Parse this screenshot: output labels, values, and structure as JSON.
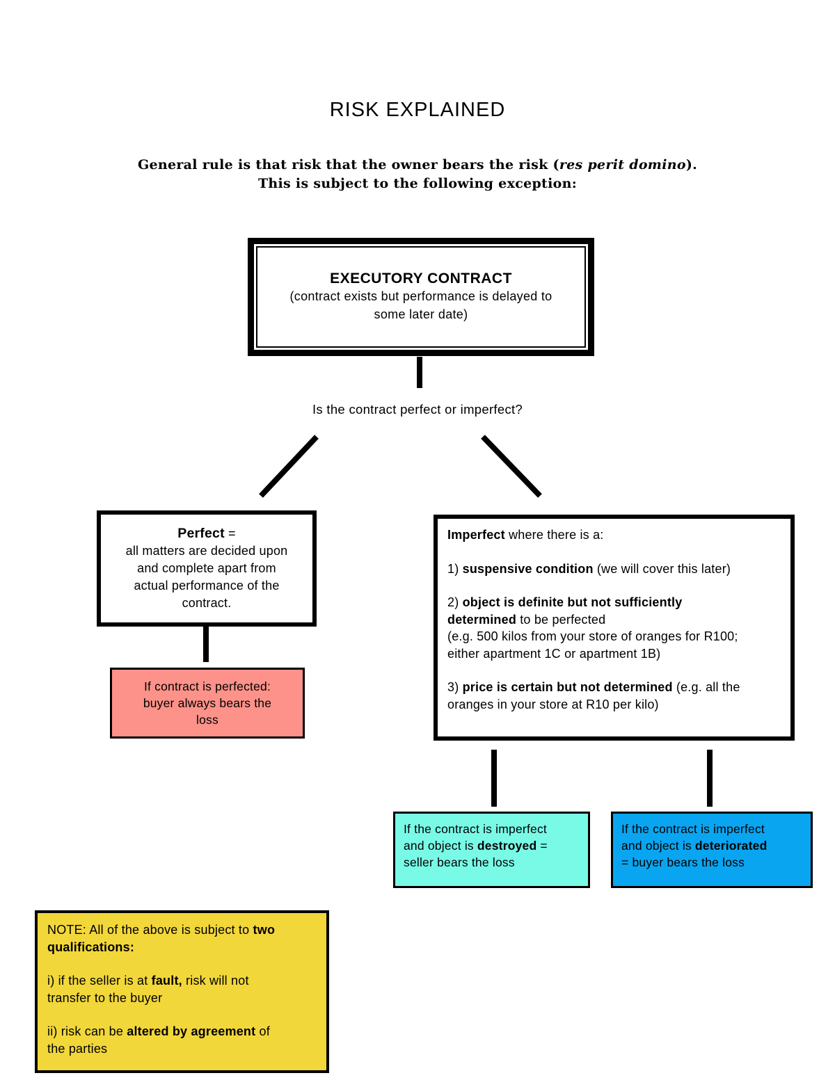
{
  "title": "RISK EXPLAINED",
  "intro": {
    "line1": [
      {
        "t": "General rule is that risk that the owner bears the risk ("
      },
      {
        "t": "res perit domino",
        "i": true
      },
      {
        "t": ")."
      }
    ],
    "line2": "This is subject to the following exception:"
  },
  "executory": {
    "title": "EXECUTORY CONTRACT",
    "subtitle": "(contract exists but performance is delayed to\nsome later date)"
  },
  "question": "Is the contract perfect or imperfect?",
  "perfect": {
    "heading": [
      {
        "t": "Perfect",
        "b": true
      },
      {
        "t": " ="
      }
    ],
    "body": "all matters are decided upon\nand complete apart from\nactual performance of the\ncontract."
  },
  "imperfect": {
    "heading": [
      {
        "t": "Imperfect",
        "b": true
      },
      {
        "t": " where there is a:"
      }
    ],
    "item1": [
      {
        "t": "1) "
      },
      {
        "t": "suspensive condition",
        "b": true
      },
      {
        "t": " (we will cover this later)"
      }
    ],
    "item2": [
      {
        "t": "2) "
      },
      {
        "t": "object is definite but not sufficiently\ndetermined",
        "b": true
      },
      {
        "t": " to be perfected\n(e.g. 500 kilos from your store of oranges for R100;\neither apartment 1C or apartment 1B)"
      }
    ],
    "item3": [
      {
        "t": "3) "
      },
      {
        "t": "price is certain but not determined",
        "b": true
      },
      {
        "t": " (e.g. all the\noranges in your store at R10 per kilo)"
      }
    ]
  },
  "outcomes": {
    "perfected": "If contract is perfected:\nbuyer always bears the\nloss",
    "destroyed": [
      {
        "t": "If the contract is imperfect\nand object is "
      },
      {
        "t": "destroyed",
        "b": true
      },
      {
        "t": " =\nseller bears the loss"
      }
    ],
    "deteriorated": [
      {
        "t": "If the contract is imperfect\nand object is "
      },
      {
        "t": "deteriorated",
        "b": true
      },
      {
        "t": "\n= buyer bears the loss"
      }
    ]
  },
  "note": {
    "heading": [
      {
        "t": "NOTE: All of the above is subject to "
      },
      {
        "t": "two\nqualifications:",
        "b": true
      }
    ],
    "item1": [
      {
        "t": "i) if the seller is at "
      },
      {
        "t": "fault,",
        "b": true
      },
      {
        "t": " risk will not\ntransfer to the buyer"
      }
    ],
    "item2": [
      {
        "t": "ii) risk can be "
      },
      {
        "t": "altered by agreement",
        "b": true
      },
      {
        "t": " of\nthe parties"
      }
    ]
  },
  "colors": {
    "perfected_fill": "#FC9289",
    "destroyed_fill": "#79FAE7",
    "deteriorated_fill": "#0AA5F0",
    "note_fill": "#F2D73A",
    "line": "#000000"
  }
}
